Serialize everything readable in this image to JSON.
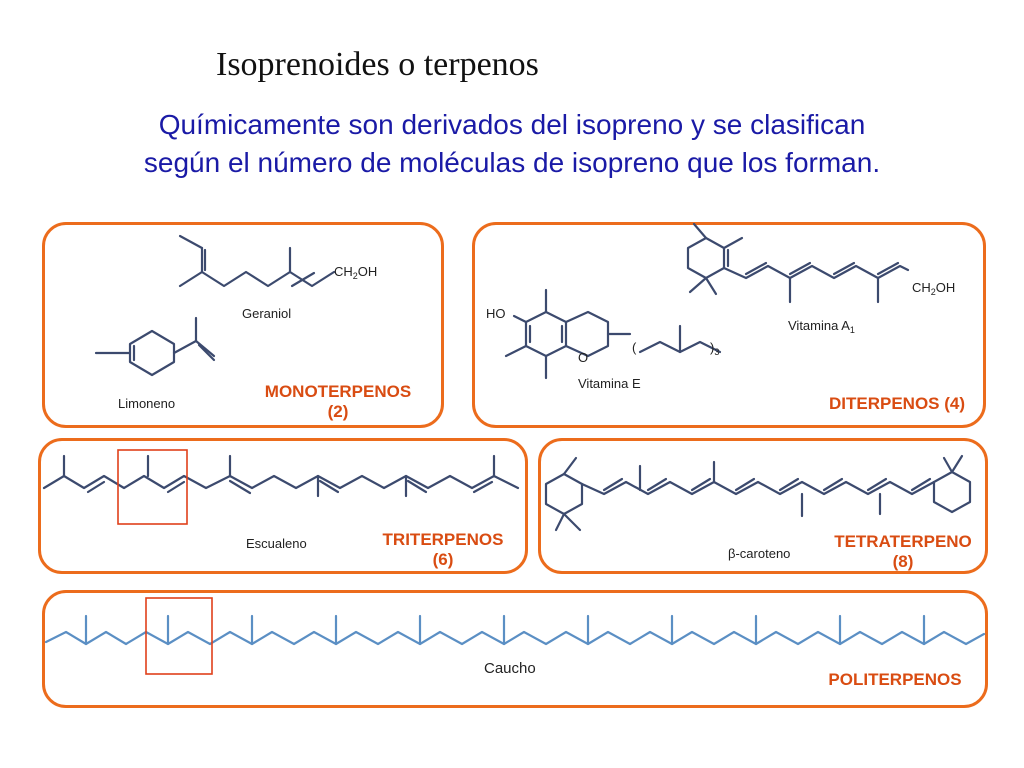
{
  "title": "Isoprenoides o terpenos",
  "subtitle": {
    "line1": "Químicamente son derivados del isopreno y se clasifican",
    "line2": "según el número de moléculas de isopreno que los forman."
  },
  "panels": {
    "monoterpenos": {
      "category_line1": "MONOTERPENOS",
      "category_line2": "(2)",
      "molecules": [
        "Geraniol",
        "Limoneno"
      ],
      "group_label": "CH",
      "group_sub": "2",
      "group_tail": "OH"
    },
    "diterpenos": {
      "category": "DITERPENOS (4)",
      "vitamin_a": "Vitamina A",
      "vitamin_a_sub": "1",
      "vitamin_e": "Vitamina E",
      "group_label": "CH",
      "group_sub": "2",
      "group_tail": "OH",
      "ho_label": "HO",
      "o_label": "O",
      "repeat_sub": "3"
    },
    "triterpenos": {
      "category_line1": "TRITERPENOS",
      "category_line2": "(6)",
      "molecule": "Escualeno"
    },
    "tetraterpeno": {
      "category_line1": "TETRATERPENO",
      "category_line2": "(8)",
      "molecule": "β-caroteno"
    },
    "politerpenos": {
      "category": "POLITERPENOS",
      "molecule": "Caucho"
    }
  },
  "colors": {
    "panel_border": "#ec6c1c",
    "category_text": "#d94c12",
    "subtitle_text": "#1a1aa6",
    "bond_dark": "#3c4a6e",
    "bond_caucho": "#5b8fc4",
    "highlight_box": "#e0401a"
  }
}
